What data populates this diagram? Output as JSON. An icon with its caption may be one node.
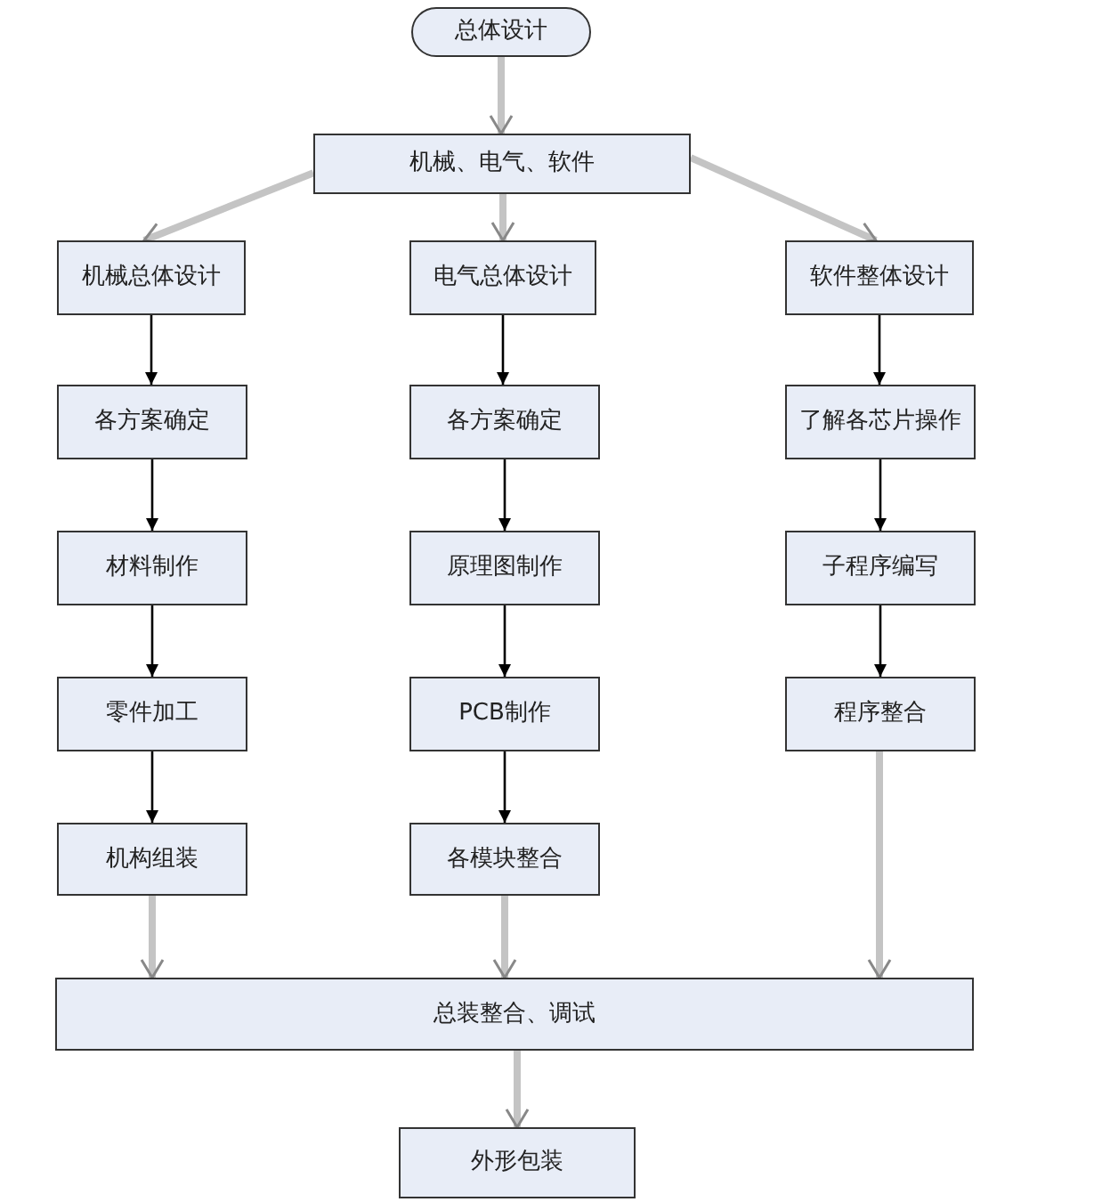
{
  "diagram": {
    "nodes": [
      {
        "text": [
          "总体设计"
        ]
      },
      {
        "text": [
          "机械、电气、软件"
        ]
      },
      {
        "text": [
          "机械总体设计"
        ]
      },
      {
        "text": [
          "电气总体设计"
        ]
      },
      {
        "text": [
          "软件整体设计"
        ]
      },
      {
        "text": [
          "各方案确定"
        ]
      },
      {
        "text": [
          "各方案确定"
        ]
      },
      {
        "text": [
          "了解各芯片操作"
        ]
      },
      {
        "text": [
          "材料制作"
        ]
      },
      {
        "text": [
          "原理图制作"
        ]
      },
      {
        "text": [
          "子程序编写"
        ]
      },
      {
        "text": [
          "零件加工"
        ]
      },
      {
        "text": [
          "PCB制作"
        ]
      },
      {
        "text": [
          "程序整合"
        ]
      },
      {
        "text": [
          "机构组装"
        ]
      },
      {
        "text": [
          "各模块整合"
        ]
      },
      {
        "text": [
          "总装整合、调试"
        ]
      },
      {
        "text": [
          "外形包装"
        ]
      }
    ],
    "edges": [
      {
        "from": 0,
        "to": 1,
        "arrow": "to",
        "style": "thick",
        "color": "#c4c4c4"
      },
      {
        "from": 1,
        "to": 2,
        "arrow": "to",
        "style": "thick",
        "color": "#c4c4c4"
      },
      {
        "from": 1,
        "to": 3,
        "arrow": "to",
        "style": "thick",
        "color": "#c4c4c4"
      },
      {
        "from": 1,
        "to": 4,
        "arrow": "to",
        "style": "thick",
        "color": "#c4c4c4"
      },
      {
        "from": 2,
        "to": 5,
        "arrow": "to"
      },
      {
        "from": 5,
        "to": 8,
        "arrow": "to"
      },
      {
        "from": 8,
        "to": 11,
        "arrow": "to"
      },
      {
        "from": 11,
        "to": 14,
        "arrow": "to"
      },
      {
        "from": 3,
        "to": 6,
        "arrow": "to"
      },
      {
        "from": 6,
        "to": 9,
        "arrow": "to"
      },
      {
        "from": 9,
        "to": 12,
        "arrow": "to"
      },
      {
        "from": 12,
        "to": 15,
        "arrow": "to"
      },
      {
        "from": 4,
        "to": 7,
        "arrow": "to"
      },
      {
        "from": 7,
        "to": 10,
        "arrow": "to"
      },
      {
        "from": 10,
        "to": 13,
        "arrow": "to"
      },
      {
        "from": 14,
        "to": 16,
        "arrow": "to",
        "style": "thick",
        "color": "#c4c4c4"
      },
      {
        "from": 15,
        "to": 16,
        "arrow": "to",
        "style": "thick",
        "color": "#c4c4c4"
      },
      {
        "from": 13,
        "to": 16,
        "arrow": "to",
        "style": "thick",
        "color": "#c4c4c4"
      },
      {
        "from": 16,
        "to": 17,
        "arrow": "to",
        "style": "thick",
        "color": "#c4c4c4"
      }
    ]
  }
}
